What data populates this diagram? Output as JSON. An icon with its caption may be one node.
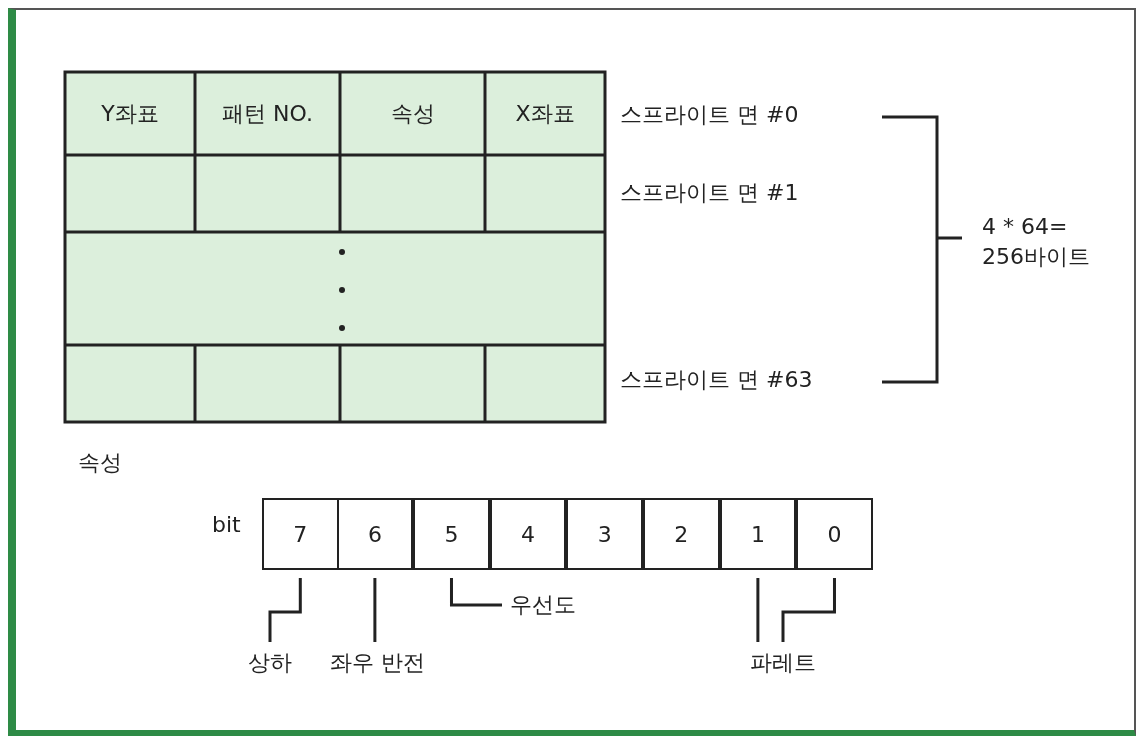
{
  "diagram": {
    "nodes": [
      {
        "text": [
          "7"
        ]
      },
      {
        "text": [
          "6"
        ]
      },
      {
        "text": [
          "5"
        ]
      },
      {
        "text": [
          "4"
        ]
      },
      {
        "text": [
          "3"
        ]
      },
      {
        "text": [
          "2"
        ]
      },
      {
        "text": [
          "1"
        ]
      },
      {
        "text": [
          "0"
        ]
      },
      {
        "text": [
          "상하"
        ]
      },
      {
        "text": [
          "좌우 반전"
        ]
      },
      {
        "text": [
          "우선도"
        ]
      },
      {
        "text": [
          "파레트"
        ]
      }
    ],
    "edges": [
      {
        "from": 0,
        "to": 8,
        "arrow": "none"
      },
      {
        "from": 1,
        "to": 9,
        "arrow": "none"
      },
      {
        "from": 2,
        "to": 10,
        "arrow": "none"
      },
      {
        "from": 6,
        "to": 11,
        "arrow": "none"
      },
      {
        "from": 7,
        "to": 11,
        "arrow": "none"
      }
    ],
    "labels": [
      "Y좌표",
      "패턴 NO.",
      "속성",
      "X좌표",
      "스프라이트 면 #0",
      "스프라이트 면 #1",
      "스프라이트 면 #63",
      "4 * 64= 256바이트",
      "속성",
      "bit"
    ]
  }
}
